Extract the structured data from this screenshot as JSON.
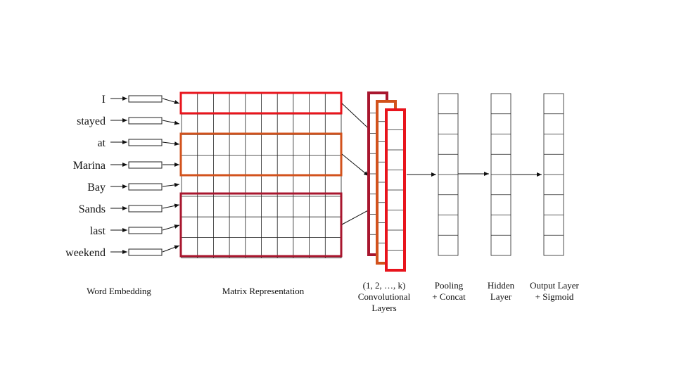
{
  "words": [
    "I",
    "stayed",
    "at",
    "Marina",
    "Bay",
    "Sands",
    "last",
    "weekend"
  ],
  "captions": {
    "embedding": "Word Embedding",
    "matrix": "Matrix Representation",
    "conv": [
      "(1, 2, …, k)",
      "Convolutional",
      "Layers"
    ],
    "pooling": [
      "Pooling",
      "+ Concat"
    ],
    "hidden": [
      "Hidden",
      "Layer"
    ],
    "output": [
      "Output Layer",
      "+ Sigmoid"
    ]
  },
  "colors": {
    "filter_red": "#e8141c",
    "filter_orange": "#d2521c",
    "filter_crimson": "#a8162e"
  }
}
